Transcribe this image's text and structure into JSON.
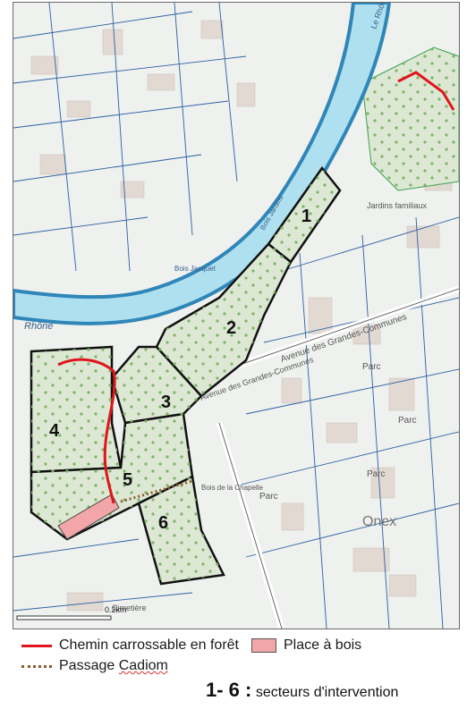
{
  "map": {
    "river_label_1": "Le Rhône",
    "river_label_2": "Rhône",
    "bank_label": "Bois Jardins",
    "bank_label_2": "Bois Jacquet",
    "gardens_label": "Jardins familiaux",
    "avenue_label": "Avenue des Grandes-Communes",
    "avenue_label_2": "Avenue des Grandes-Communes",
    "chapelle_label": "Bois de la Chapelle",
    "parc_labels": [
      "Parc",
      "Parc",
      "Parc",
      "Parc"
    ],
    "cemetery_label": "Cimetière",
    "onex_label": "Onex",
    "scale_label": "0.2km",
    "sectors": [
      "1",
      "2",
      "3",
      "4",
      "5",
      "6"
    ]
  },
  "legend": {
    "road": "Chemin carrossable en forêt",
    "wood_place": "Place à bois",
    "passage_prefix": "Passage ",
    "passage_name": "Cadiom",
    "sectors_range": "1- 6 :",
    "sectors_text": "secteurs d'intervention"
  },
  "colors": {
    "river": "#aee0f0",
    "river_bank": "#2f86b8",
    "forest_fill": "#dde8d4",
    "sector_outline": "#111111",
    "road_red": "#e0151b",
    "wood_place": "#f2a6a8",
    "passage": "#8b5a2b"
  }
}
